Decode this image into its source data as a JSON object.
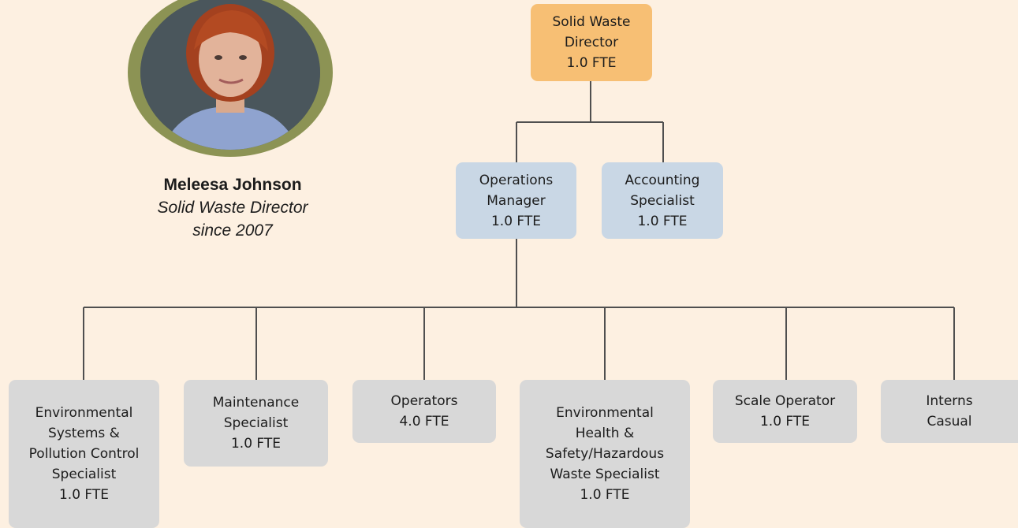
{
  "profile": {
    "name": "Meleesa Johnson",
    "role": "Solid Waste Director",
    "since": "since 2007"
  },
  "nodes": {
    "director": {
      "title": "Solid Waste\nDirector",
      "fte": "1.0 FTE"
    },
    "operations_manager": {
      "title": "Operations\nManager",
      "fte": "1.0 FTE"
    },
    "accounting_specialist": {
      "title": "Accounting\nSpecialist",
      "fte": "1.0 FTE"
    },
    "env_systems": {
      "title": "Environmental\nSystems &\nPollution Control\nSpecialist",
      "fte": "1.0 FTE"
    },
    "maintenance": {
      "title": "Maintenance\nSpecialist",
      "fte": "1.0 FTE"
    },
    "operators": {
      "title": "Operators",
      "fte": "4.0 FTE"
    },
    "env_health": {
      "title": "Environmental\nHealth &\nSafety/Hazardous\nWaste Specialist",
      "fte": "1.0 FTE"
    },
    "scale_operator": {
      "title": "Scale Operator",
      "fte": "1.0 FTE"
    },
    "interns": {
      "title": "Interns",
      "fte": "Casual"
    }
  },
  "colors": {
    "background": "#fdf0e1",
    "director_box": "#f7bf74",
    "manager_box": "#c9d7e5",
    "staff_box": "#d8d8d8",
    "connector": "#4f4f4f",
    "photo_ring": "#8c9354"
  }
}
